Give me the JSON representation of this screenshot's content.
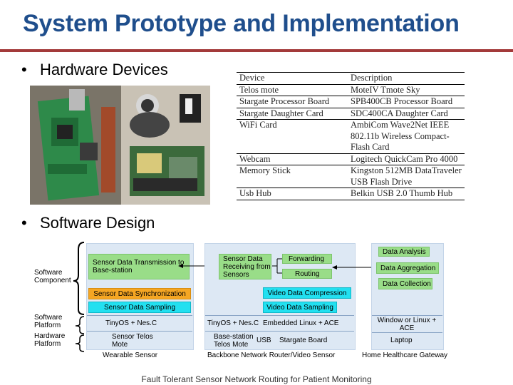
{
  "title": "System Prototype and Implementation",
  "bullets": {
    "hardware": "Hardware Devices",
    "software": "Software Design",
    "marker": "•"
  },
  "hardware_table": {
    "headers": [
      "Device",
      "Description"
    ],
    "rows": [
      [
        "Telos mote",
        "MoteIV Tmote Sky"
      ],
      [
        "Stargate Processor Board",
        "SPB400CB Processor Board"
      ],
      [
        "Stargate Daughter Card",
        "SDC400CA Daughter Card"
      ],
      [
        "WiFi Card",
        "AmbiCom Wave2Net IEEE 802.11b Wireless Compact-Flash Card"
      ],
      [
        "Webcam",
        "Logitech QuickCam Pro 4000"
      ],
      [
        "Memory Stick",
        "Kingston 512MB DataTraveler USB Flash Drive"
      ],
      [
        "Usb Hub",
        "Belkin USB 2.0 Thumb Hub"
      ]
    ]
  },
  "diagram": {
    "row_labels": {
      "software_component": "Software Component",
      "software_platform": "Software Platform",
      "hardware_platform": "Hardware Platform"
    },
    "wearable": {
      "transmission": "Sensor Data Transmission to Base-station",
      "synchronization": "Sensor Data Synchronization",
      "sampling": "Sensor Data Sampling",
      "platform": "TinyOS + Nes.C",
      "hardware": "Sensor Telos Mote",
      "caption": "Wearable Sensor"
    },
    "backbone": {
      "receiving": "Sensor Data Receiving from Sensors",
      "forwarding": "Forwarding",
      "routing": "Routing",
      "video_compression": "Video Data Compression",
      "video_sampling": "Video Data Sampling",
      "platform_left": "TinyOS + Nes.C",
      "platform_right": "Embedded Linux + ACE",
      "hardware_left": "Base-station Telos Mote",
      "usb": "USB",
      "hardware_right": "Stargate Board",
      "caption": "Backbone Network Router/Video Sensor"
    },
    "gateway": {
      "analysis": "Data Analysis",
      "aggregation": "Data Aggregation",
      "collection": "Data Collection",
      "platform": "Window or Linux + ACE",
      "hardware": "Laptop",
      "caption": "Home Healthcare Gateway"
    }
  },
  "footer": "Fault Tolerant Sensor Network Routing for Patient Monitoring",
  "colors": {
    "title": "#1f4e8c",
    "rule": "#a33a3a",
    "panel": "#dde8f4",
    "green": "#99dd88",
    "orange": "#f5a623",
    "cyan": "#22e0f0"
  }
}
